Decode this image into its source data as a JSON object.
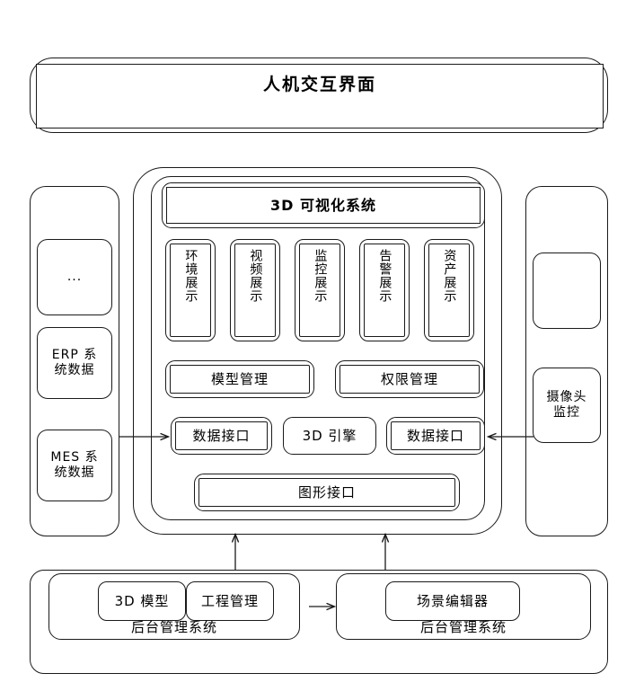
{
  "banner": {
    "title": "人机交互界面"
  },
  "main": {
    "viz_title": "3D 可视化系统",
    "display_modules": [
      {
        "label": "环境展示"
      },
      {
        "label": "视频展示"
      },
      {
        "label": "监控展示"
      },
      {
        "label": "告警展示"
      },
      {
        "label": "资产展示"
      }
    ],
    "management": [
      {
        "label": "模型管理"
      },
      {
        "label": "权限管理"
      }
    ],
    "interfaces": [
      {
        "label": "数据接口"
      },
      {
        "label": "3D 引擎"
      },
      {
        "label": "数据接口"
      }
    ],
    "graphics_interface": "图形接口"
  },
  "left_column": {
    "items": [
      {
        "label": "..."
      },
      {
        "label": "ERP 系\n统数据"
      },
      {
        "label": "MES 系\n统数据"
      }
    ]
  },
  "right_column": {
    "items": [
      {
        "label": ""
      },
      {
        "label": "摄像头\n监控"
      }
    ]
  },
  "bottom": {
    "left_panel": {
      "items": [
        {
          "label": "3D 模型"
        },
        {
          "label": "工程管理"
        }
      ],
      "caption": "后台管理系统"
    },
    "right_panel": {
      "items": [
        {
          "label": "场景编辑器"
        }
      ],
      "caption": "后台管理系统"
    }
  },
  "colors": {
    "stroke": "#1a1a1a",
    "background": "#ffffff"
  }
}
